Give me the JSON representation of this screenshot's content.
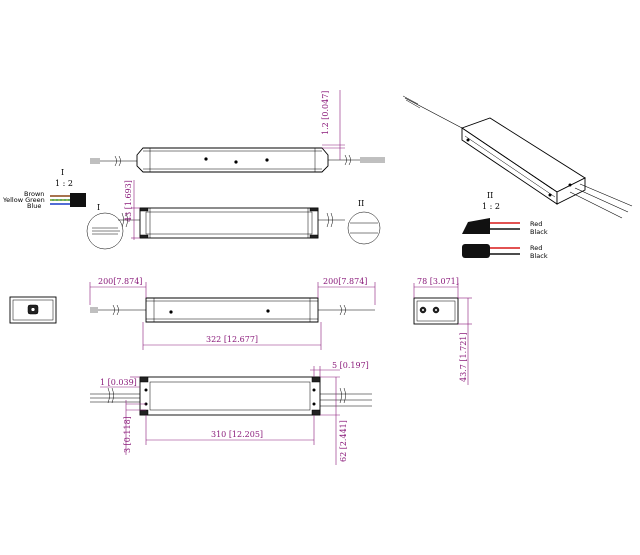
{
  "drawing": {
    "dimensions": {
      "top_flange": "1.2 [0.047]",
      "body_height": "43 [1.693]",
      "lead_left": "200[7.874]",
      "lead_right": "200[7.874]",
      "overall_length": "322 [12.677]",
      "end_width": "78 [3.071]",
      "end_height": "43.7 [1.721]",
      "tab_thickness": "1 [0.039]",
      "tab_offset": "5 [0.197]",
      "mount_hole": "3 [0.118]",
      "mount_pitch": "310 [12.205]",
      "mount_width": "62 [2.441]"
    },
    "detail_1": {
      "title": "I",
      "scale": "1 : 2",
      "wires": [
        "Brown",
        "Yellow Green",
        "Blue"
      ],
      "callout": "I"
    },
    "detail_2": {
      "title": "II",
      "scale": "1 : 2",
      "wires_top": [
        "Red",
        "Black"
      ],
      "wires_bottom": [
        "Red",
        "Black"
      ],
      "callout": "II"
    },
    "colors": {
      "dimension": "#8a1a7a",
      "brown": "#8b4513",
      "green": "#2e8b2e",
      "yellow": "#e0c000",
      "blue": "#1a3cc8",
      "red": "#d81818",
      "black": "#111111"
    }
  }
}
